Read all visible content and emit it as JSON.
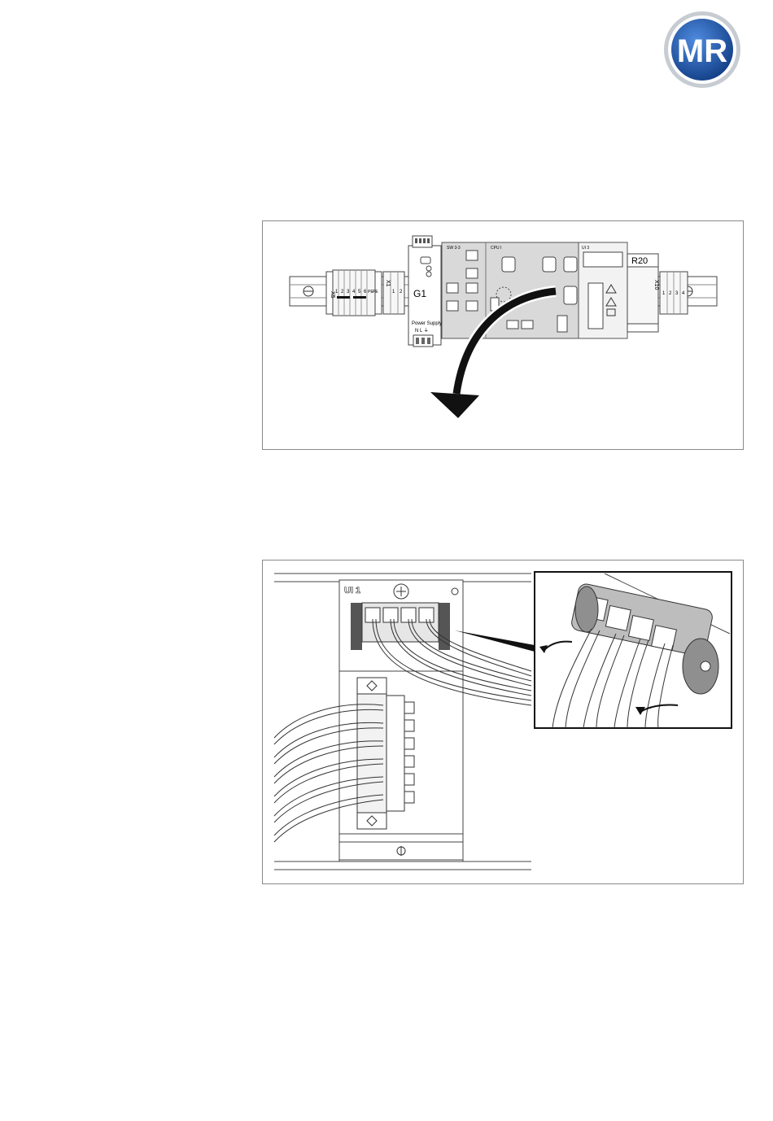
{
  "logo": {
    "text": "MR"
  },
  "figure_1": {
    "labels": {
      "x5": "X5",
      "x5_terminals": [
        "1",
        "2",
        "3",
        "4",
        "5",
        "6",
        "PE",
        "PE"
      ],
      "x1": "X1",
      "x1_terminals": [
        "1",
        "2"
      ],
      "g1": "G1",
      "power_supply": "Power Supply",
      "power_terminals": "N  L  ⏚",
      "module_sw": "SW 3-3",
      "module_cpu": "CPU I",
      "module_ui": "UI 3",
      "r20": "R20",
      "x10": "X10",
      "x10_terminals": [
        "1",
        "2",
        "3",
        "4"
      ]
    }
  },
  "figure_2": {
    "labels": {
      "ui1": "UI 1"
    }
  },
  "colors": {
    "logo_blue": "#1f57a8",
    "border": "#8a8a8a",
    "module_gray": "#d9d9d9"
  }
}
